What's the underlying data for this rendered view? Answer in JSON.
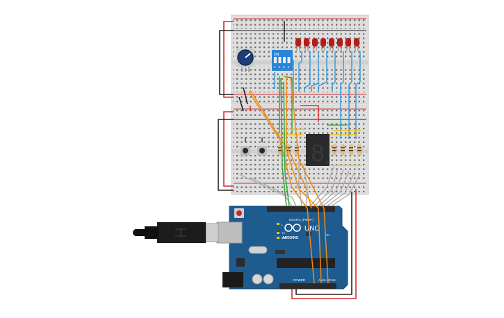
{
  "components": {
    "dip_switch": {
      "on_label": "ON",
      "switch_numbers": [
        "1",
        "2",
        "3",
        "4"
      ]
    },
    "seven_segment": {
      "digit": "8"
    },
    "leds": {
      "count": 8,
      "color": "#b71c1c"
    },
    "arduino": {
      "brand": "ARDUINO",
      "model": "UNO",
      "digital_label": "DIGITAL (PWM~)",
      "analog_label": "ANALOG IN",
      "power_label": "POWER",
      "tx_label": "TX",
      "rx_label": "RX",
      "l_label": "L",
      "on_label": "ON",
      "board_color": "#1e5b8f"
    },
    "breadboard": {
      "rail_plus": "+",
      "rail_minus": "−"
    }
  },
  "colors": {
    "wire_red": "#d32f2f",
    "wire_black": "#222222",
    "wire_blue": "#3a9ad9",
    "wire_orange": "#ef8a17",
    "wire_green": "#3aa53a",
    "wire_yellow": "#e9c21a",
    "wire_gray": "#a8a8a8",
    "breadboard": "#dcdcdc"
  }
}
